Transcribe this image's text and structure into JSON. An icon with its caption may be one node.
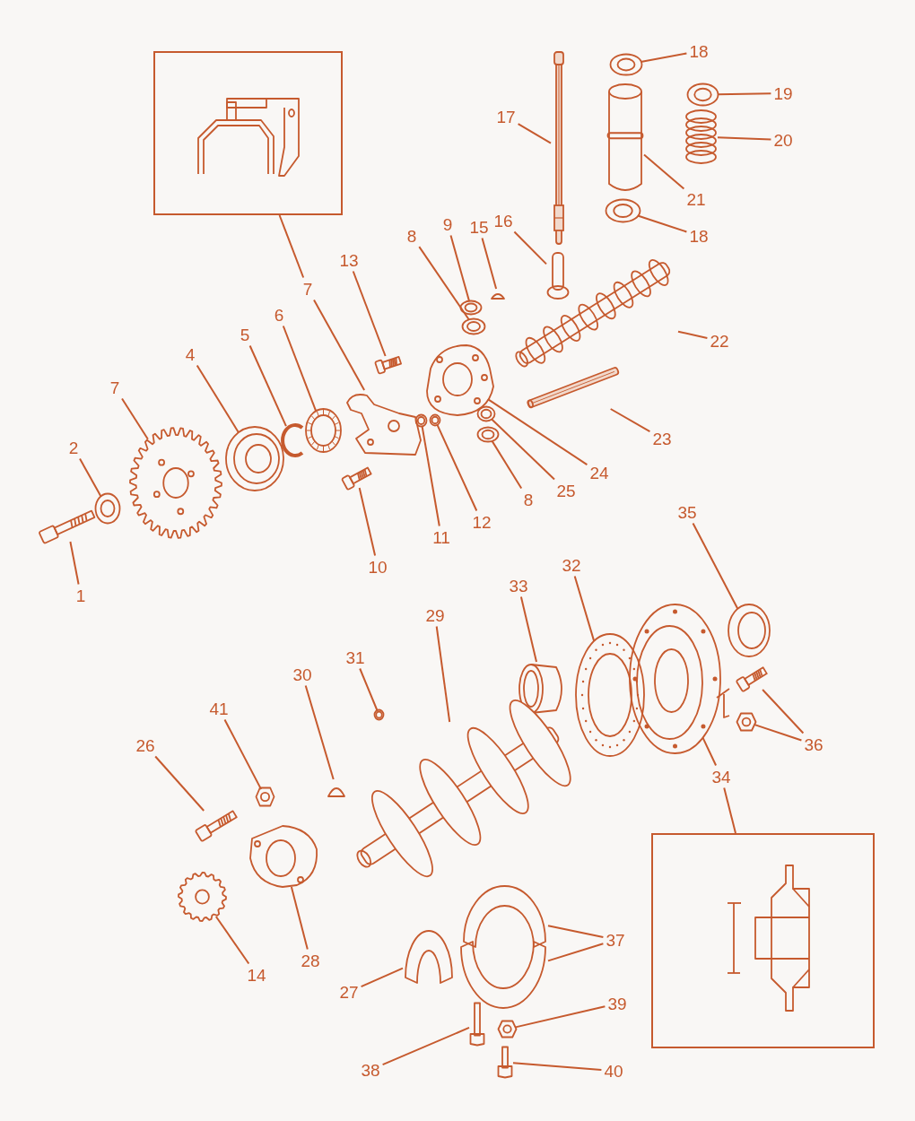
{
  "diagram": {
    "nodes": [
      {
        "text": [],
        "shape": "box"
      },
      {
        "text": [
          "7"
        ]
      },
      {
        "text": [],
        "shape": "picture"
      },
      {
        "text": [
          "13"
        ]
      },
      {
        "text": [],
        "shape": "picture"
      },
      {
        "text": [
          "8"
        ]
      },
      {
        "text": [],
        "shape": "picture"
      },
      {
        "text": [
          "9"
        ]
      },
      {
        "text": [],
        "shape": "picture"
      },
      {
        "text": [
          "15"
        ]
      },
      {
        "text": [],
        "shape": "picture"
      },
      {
        "text": [
          "16"
        ]
      },
      {
        "text": [],
        "shape": "picture"
      },
      {
        "text": [
          "17"
        ]
      },
      {
        "text": [],
        "shape": "picture"
      },
      {
        "text": [
          "18"
        ]
      },
      {
        "text": [],
        "shape": "picture"
      },
      {
        "text": [
          "19"
        ]
      },
      {
        "text": [],
        "shape": "picture"
      },
      {
        "text": [
          "20"
        ]
      },
      {
        "text": [],
        "shape": "picture"
      },
      {
        "text": [
          "21"
        ]
      },
      {
        "text": [],
        "shape": "picture"
      },
      {
        "text": [
          "18"
        ]
      },
      {
        "text": [],
        "shape": "picture"
      },
      {
        "text": [
          "22"
        ]
      },
      {
        "text": [],
        "shape": "picture"
      },
      {
        "text": [
          "23"
        ]
      },
      {
        "text": [],
        "shape": "picture"
      },
      {
        "text": [
          "24"
        ]
      },
      {
        "text": [],
        "shape": "picture"
      },
      {
        "text": [
          "25"
        ]
      },
      {
        "text": [],
        "shape": "picture"
      },
      {
        "text": [
          "8"
        ]
      },
      {
        "text": [],
        "shape": "picture"
      },
      {
        "text": [
          "12"
        ]
      },
      {
        "text": [],
        "shape": "picture"
      },
      {
        "text": [
          "11"
        ]
      },
      {
        "text": [],
        "shape": "picture"
      },
      {
        "text": [
          "10"
        ]
      },
      {
        "text": [],
        "shape": "picture"
      },
      {
        "text": [
          "6"
        ]
      },
      {
        "text": [],
        "shape": "picture"
      },
      {
        "text": [
          "5"
        ]
      },
      {
        "text": [],
        "shape": "picture"
      },
      {
        "text": [
          "4"
        ]
      },
      {
        "text": [],
        "shape": "picture"
      },
      {
        "text": [
          "7"
        ]
      },
      {
        "text": [],
        "shape": "picture"
      },
      {
        "text": [
          "2"
        ]
      },
      {
        "text": [],
        "shape": "picture"
      },
      {
        "text": [
          "1"
        ]
      },
      {
        "text": [],
        "shape": "picture"
      },
      {
        "text": [
          "35"
        ]
      },
      {
        "text": [],
        "shape": "picture"
      },
      {
        "text": [
          "32"
        ]
      },
      {
        "text": [],
        "shape": "picture"
      },
      {
        "text": [
          "33"
        ]
      },
      {
        "text": [],
        "shape": "picture"
      },
      {
        "text": [
          "34"
        ]
      },
      {
        "text": [],
        "shape": "picture"
      },
      {
        "text": [],
        "shape": "box"
      },
      {
        "text": [
          "36"
        ]
      },
      {
        "text": [],
        "shape": "picture"
      },
      {
        "text": [],
        "shape": "picture"
      },
      {
        "text": [
          "29"
        ]
      },
      {
        "text": [],
        "shape": "picture"
      },
      {
        "text": [
          "31"
        ]
      },
      {
        "text": [],
        "shape": "picture"
      },
      {
        "text": [
          "30"
        ]
      },
      {
        "text": [],
        "shape": "picture"
      },
      {
        "text": [
          "41"
        ]
      },
      {
        "text": [],
        "shape": "picture"
      },
      {
        "text": [
          "26"
        ]
      },
      {
        "text": [],
        "shape": "picture"
      },
      {
        "text": [
          "28"
        ]
      },
      {
        "text": [],
        "shape": "picture"
      },
      {
        "text": [
          "14"
        ]
      },
      {
        "text": [],
        "shape": "picture"
      },
      {
        "text": [
          "27"
        ]
      },
      {
        "text": [],
        "shape": "picture"
      },
      {
        "text": [
          "37"
        ]
      },
      {
        "text": [],
        "shape": "picture"
      },
      {
        "text": [],
        "shape": "picture"
      },
      {
        "text": [
          "38"
        ]
      },
      {
        "text": [],
        "shape": "picture"
      },
      {
        "text": [
          "39"
        ]
      },
      {
        "text": [],
        "shape": "picture"
      },
      {
        "text": [
          "40"
        ]
      },
      {
        "text": [],
        "shape": "picture"
      }
    ],
    "edges": [
      {
        "from": 0,
        "to": 1,
        "arrow": "none"
      },
      {
        "from": 1,
        "to": 2,
        "arrow": "none"
      },
      {
        "from": 3,
        "to": 4,
        "arrow": "none"
      },
      {
        "from": 5,
        "to": 6,
        "arrow": "none"
      },
      {
        "from": 7,
        "to": 8,
        "arrow": "none"
      },
      {
        "from": 9,
        "to": 10,
        "arrow": "none"
      },
      {
        "from": 11,
        "to": 12,
        "arrow": "none"
      },
      {
        "from": 13,
        "to": 14,
        "arrow": "none"
      },
      {
        "from": 15,
        "to": 16,
        "arrow": "none"
      },
      {
        "from": 17,
        "to": 18,
        "arrow": "none"
      },
      {
        "from": 19,
        "to": 20,
        "arrow": "none"
      },
      {
        "from": 21,
        "to": 22,
        "arrow": "none"
      },
      {
        "from": 23,
        "to": 24,
        "arrow": "none"
      },
      {
        "from": 25,
        "to": 26,
        "arrow": "none"
      },
      {
        "from": 27,
        "to": 28,
        "arrow": "none"
      },
      {
        "from": 29,
        "to": 30,
        "arrow": "none"
      },
      {
        "from": 31,
        "to": 32,
        "arrow": "none"
      },
      {
        "from": 33,
        "to": 34,
        "arrow": "none"
      },
      {
        "from": 35,
        "to": 36,
        "arrow": "none"
      },
      {
        "from": 37,
        "to": 38,
        "arrow": "none"
      },
      {
        "from": 39,
        "to": 40,
        "arrow": "none"
      },
      {
        "from": 41,
        "to": 42,
        "arrow": "none"
      },
      {
        "from": 43,
        "to": 44,
        "arrow": "none"
      },
      {
        "from": 45,
        "to": 46,
        "arrow": "none"
      },
      {
        "from": 47,
        "to": 48,
        "arrow": "none"
      },
      {
        "from": 49,
        "to": 50,
        "arrow": "none"
      },
      {
        "from": 51,
        "to": 52,
        "arrow": "none"
      },
      {
        "from": 53,
        "to": 54,
        "arrow": "none"
      },
      {
        "from": 55,
        "to": 56,
        "arrow": "none"
      },
      {
        "from": 57,
        "to": 58,
        "arrow": "none"
      },
      {
        "from": 59,
        "to": 60,
        "arrow": "none"
      },
      {
        "from": 59,
        "to": 61,
        "arrow": "none"
      },
      {
        "from": 62,
        "to": 63,
        "arrow": "none"
      },
      {
        "from": 62,
        "to": 64,
        "arrow": "none"
      },
      {
        "from": 65,
        "to": 66,
        "arrow": "none"
      },
      {
        "from": 67,
        "to": 68,
        "arrow": "none"
      },
      {
        "from": 69,
        "to": 70,
        "arrow": "none"
      },
      {
        "from": 71,
        "to": 72,
        "arrow": "none"
      },
      {
        "from": 73,
        "to": 74,
        "arrow": "none"
      },
      {
        "from": 75,
        "to": 76,
        "arrow": "none"
      },
      {
        "from": 77,
        "to": 78,
        "arrow": "none"
      },
      {
        "from": 79,
        "to": 80,
        "arrow": "none"
      },
      {
        "from": 81,
        "to": 82,
        "arrow": "none"
      },
      {
        "from": 81,
        "to": 83,
        "arrow": "none"
      },
      {
        "from": 84,
        "to": 85,
        "arrow": "none"
      },
      {
        "from": 86,
        "to": 87,
        "arrow": "none"
      },
      {
        "from": 88,
        "to": 89,
        "arrow": "none"
      }
    ]
  }
}
